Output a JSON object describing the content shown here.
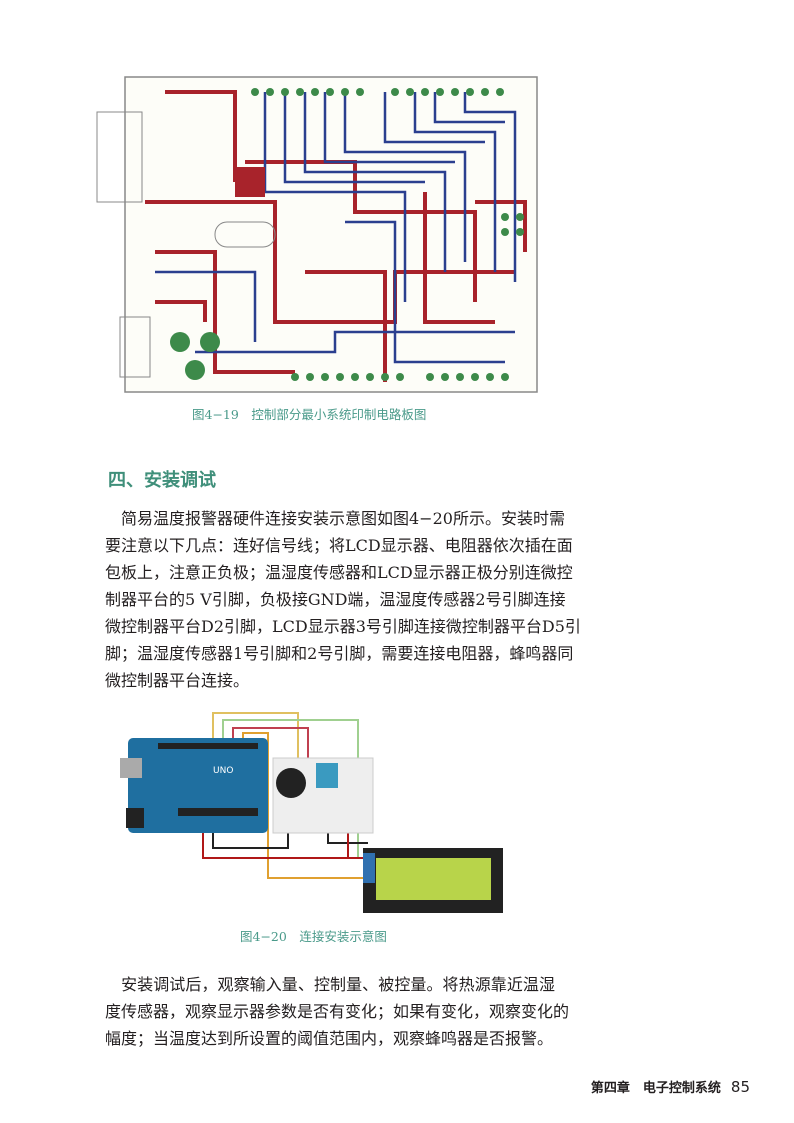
{
  "figure_19": {
    "caption": "图4−19　控制部分最小系统印制电路板图"
  },
  "section": {
    "heading": "四、安装调试"
  },
  "paragraph_1": {
    "lines": [
      "　简易温度报警器硬件连接安装示意图如图4−20所示。安装时需",
      "要注意以下几点：连好信号线；将LCD显示器、电阻器依次插在面",
      "包板上，注意正负极；温湿度传感器和LCD显示器正极分别连微控",
      "制器平台的5 V引脚，负极接GND端，温湿度传感器2号引脚连接",
      "微控制器平台D2引脚，LCD显示器3号引脚连接微控制器平台D5引",
      "脚；温湿度传感器1号引脚和2号引脚，需要连接电阻器，蜂鸣器同",
      "微控制器平台连接。"
    ]
  },
  "figure_20": {
    "caption": "图4−20　连接安装示意图",
    "board_label": "UNO"
  },
  "paragraph_2": {
    "lines": [
      "　安装调试后，观察输入量、控制量、被控量。将热源靠近温湿",
      "度传感器，观察显示器参数是否有变化；如果有变化，观察变化的",
      "幅度；当温度达到所设置的阈值范围内，观察蜂鸣器是否报警。"
    ]
  },
  "footer": {
    "chapter": "第四章　电子控制系统",
    "page_number": "85"
  },
  "colors": {
    "accent": "#3f8f7a",
    "pcb_red": "#a8232b",
    "pcb_blue": "#2b3f8f",
    "pad_green": "#3d8a4a"
  }
}
